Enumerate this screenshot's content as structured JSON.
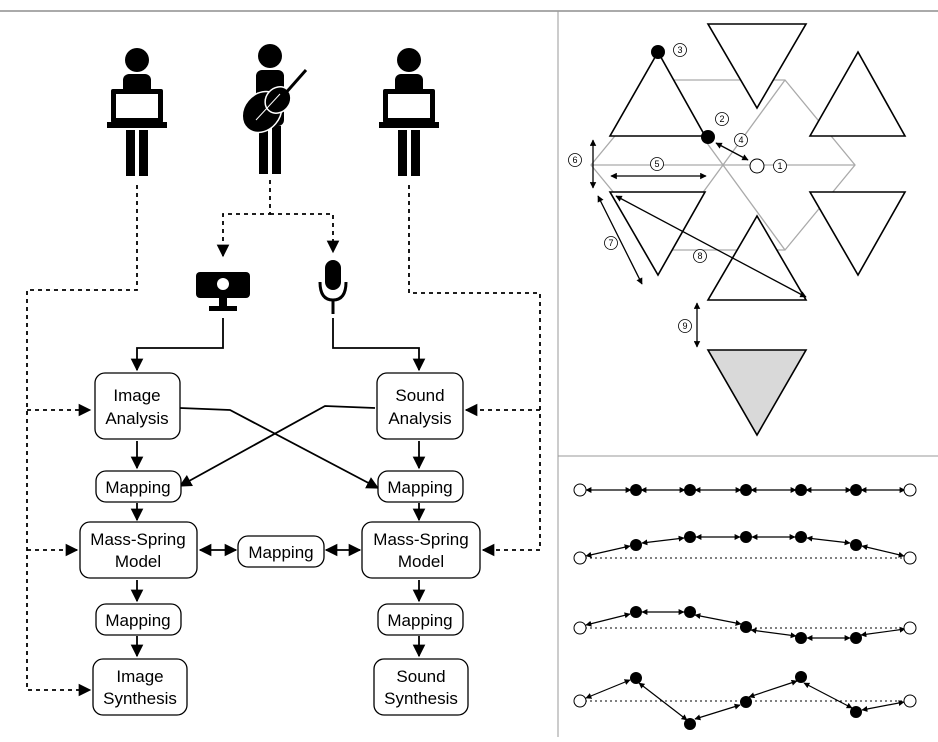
{
  "flow": {
    "image_analysis": [
      "Image",
      "Analysis"
    ],
    "sound_analysis": [
      "Sound",
      "Analysis"
    ],
    "mapping_label": "Mapping",
    "mass_spring_left": [
      "Mass-Spring",
      "Model"
    ],
    "mass_spring_right": [
      "Mass-Spring",
      "Model"
    ],
    "image_synthesis": [
      "Image",
      "Synthesis"
    ],
    "sound_synthesis": [
      "Sound",
      "Synthesis"
    ]
  },
  "performers": [
    {
      "icon": "laptop-performer-icon"
    },
    {
      "icon": "cellist-performer-icon"
    },
    {
      "icon": "laptop-performer-icon"
    }
  ],
  "devices": {
    "camera": "webcam-icon",
    "microphone": "microphone-icon"
  },
  "geometry_figure": {
    "markers": [
      "1",
      "2",
      "3",
      "4",
      "5",
      "6",
      "7",
      "8",
      "9"
    ],
    "highlight_color": "#d9d9d9"
  },
  "chain_figure": {
    "rows": 4,
    "node_count_per_row": 7,
    "fixed_node_color": "#ffffff",
    "mass_node_color": "#000000"
  }
}
